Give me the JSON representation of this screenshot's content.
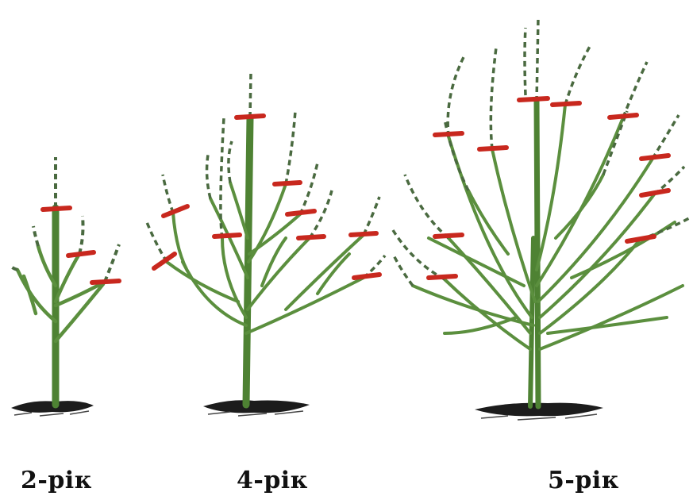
{
  "trees": [
    {
      "label": "2-рік"
    },
    {
      "label": "4-рік"
    },
    {
      "label": "5-рік"
    }
  ],
  "colors": {
    "branch": "#5b8f3e",
    "trunk": "#4e8233",
    "dashed": "#4a6a40",
    "cut": "#c8281e",
    "ground": "#1c1c1c",
    "label": "#111111"
  }
}
